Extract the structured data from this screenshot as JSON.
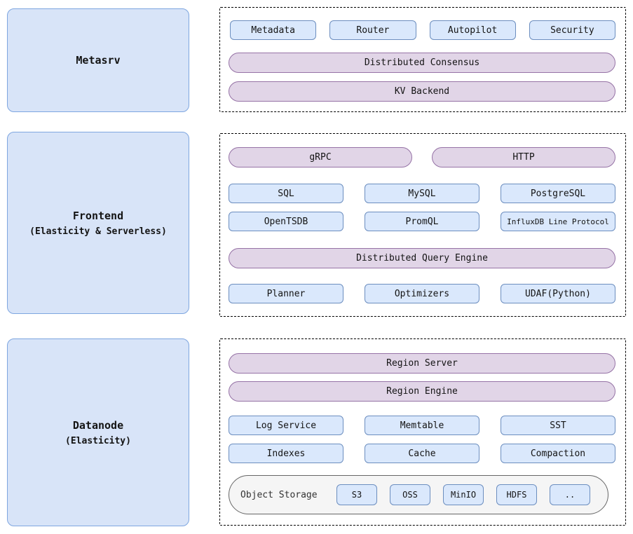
{
  "colors": {
    "node_fill": "#d8e4f8",
    "node_border": "#7ea6e0",
    "box_fill": "#dae8fc",
    "box_border": "#6c8ebf",
    "pill_fill": "#e1d5e7",
    "pill_border": "#9673a6",
    "storage_fill": "#f5f5f5",
    "storage_border": "#666666",
    "panel_border": "#000000"
  },
  "nodes": {
    "metasrv": {
      "title": "Metasrv"
    },
    "frontend": {
      "title": "Frontend",
      "subtitle": "(Elasticity & Serverless)"
    },
    "datanode": {
      "title": "Datanode",
      "subtitle": "(Elasticity)"
    }
  },
  "metasrv_panel": {
    "components": [
      "Metadata",
      "Router",
      "Autopilot",
      "Security"
    ],
    "consensus": "Distributed Consensus",
    "kv_backend": "KV Backend"
  },
  "frontend_panel": {
    "grpc": "gRPC",
    "http": "HTTP",
    "protocols_row1": [
      "SQL",
      "MySQL",
      "PostgreSQL"
    ],
    "protocols_row2": [
      "OpenTSDB",
      "PromQL",
      "InfluxDB Line Protocol"
    ],
    "query_engine": "Distributed Query Engine",
    "engine_parts": [
      "Planner",
      "Optimizers",
      "UDAF(Python)"
    ]
  },
  "datanode_panel": {
    "region_server": "Region Server",
    "region_engine": "Region Engine",
    "storage_row1": [
      "Log Service",
      "Memtable",
      "SST"
    ],
    "storage_row2": [
      "Indexes",
      "Cache",
      "Compaction"
    ],
    "object_storage": {
      "label": "Object Storage",
      "backends": [
        "S3",
        "OSS",
        "MinIO",
        "HDFS",
        ".."
      ]
    }
  }
}
